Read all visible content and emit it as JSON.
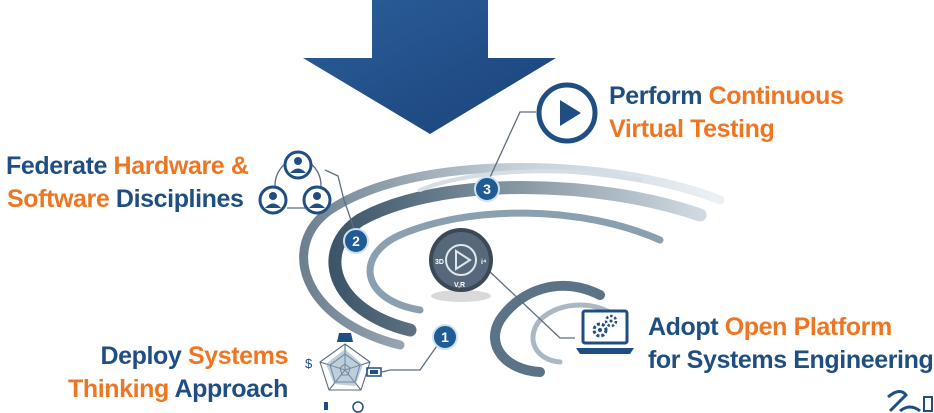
{
  "steps": [
    {
      "number": "1",
      "line1": [
        {
          "t": "Deploy",
          "c": "b"
        },
        {
          "t": " Systems",
          "c": "o"
        }
      ],
      "line2": [
        {
          "t": "Thinking",
          "c": "o"
        },
        {
          "t": " Approach",
          "c": "b"
        }
      ]
    },
    {
      "number": "2",
      "line1": [
        {
          "t": "Federate",
          "c": "b"
        },
        {
          "t": " Hardware &",
          "c": "o"
        }
      ],
      "line2": [
        {
          "t": "Software",
          "c": "o"
        },
        {
          "t": " Disciplines",
          "c": "b"
        }
      ]
    },
    {
      "number": "3",
      "line1": [
        {
          "t": "Perform",
          "c": "b"
        },
        {
          "t": " Continuous",
          "c": "o"
        }
      ],
      "line2": [
        {
          "t": "Virtual Testing",
          "c": "o"
        }
      ]
    },
    {
      "number": "",
      "line1": [
        {
          "t": "Adopt",
          "c": "b"
        },
        {
          "t": " Open Platform",
          "c": "o"
        }
      ],
      "line2": [
        {
          "t": "for Systems Engineering",
          "c": "b"
        }
      ]
    }
  ],
  "compass": {
    "left": "3D",
    "bottom": "V,R",
    "right": "i⁴"
  },
  "icons": [
    "down-arrow",
    "play-circle-icon",
    "people-network-icon",
    "laptop-gears-icon",
    "radar-chart-icon",
    "compass-logo-icon",
    "brand-logo"
  ],
  "colors": {
    "blue": "#1f4f82",
    "orange": "#ee7623",
    "arrow": "#1f4f8b",
    "badge": "#1f5c95",
    "swirl": "#7f93a3"
  }
}
